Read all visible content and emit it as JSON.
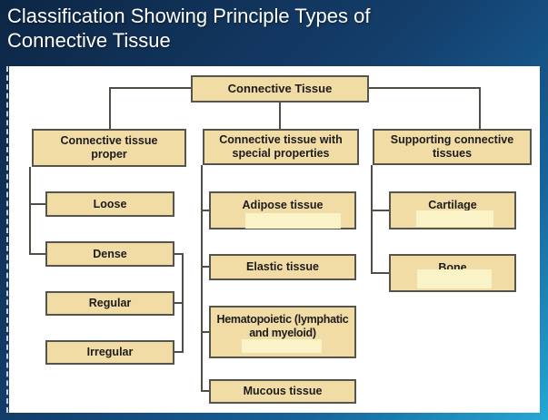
{
  "title": {
    "line1": "Classification Showing Principle Types of",
    "line2": "Connective Tissue"
  },
  "diagram": {
    "root": {
      "label": "Connective Tissue"
    },
    "branches": [
      {
        "label": "Connective tissue proper",
        "children": [
          {
            "label": "Loose"
          },
          {
            "label": "Dense",
            "children": [
              {
                "label": "Regular"
              },
              {
                "label": "Irregular"
              }
            ]
          }
        ]
      },
      {
        "label": "Connective tissue with special properties",
        "children": [
          {
            "label": "Adipose tissue"
          },
          {
            "label": "Elastic tissue"
          },
          {
            "label": "Hematopoietic (lymphatic and myeloid)"
          },
          {
            "label": "Mucous tissue"
          }
        ]
      },
      {
        "label": "Supporting connective tissues",
        "children": [
          {
            "label": "Cartilage"
          },
          {
            "label": "Bone"
          }
        ]
      }
    ]
  },
  "colors": {
    "box_fill": "#f2dca5",
    "box_border": "#55554b",
    "connector": "#4f4f47",
    "erased_patch": "#fbf3c8",
    "panel": "#ffffff",
    "background_top": "#0d2645",
    "background_bottom": "#25a8d4",
    "title_text": "#ffffff"
  }
}
